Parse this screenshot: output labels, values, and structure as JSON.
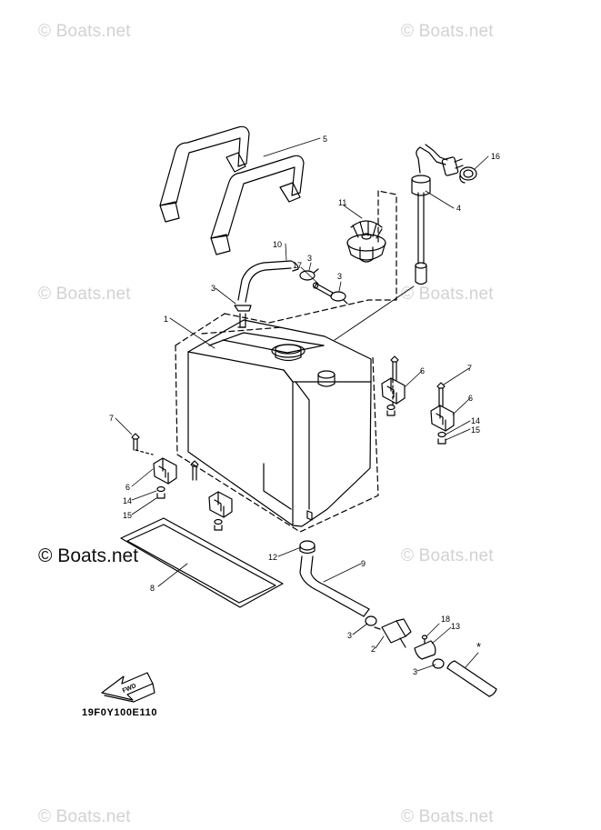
{
  "watermarks": {
    "top_left": "© Boats.net",
    "top_right": "© Boats.net",
    "mid_left": "© Boats.net",
    "mid_right": "© Boats.net",
    "lower_left": "© Boats.net",
    "lower_right": "© Boats.net",
    "bottom_left": "© Boats.net",
    "bottom_right": "© Boats.net"
  },
  "diagram_code": "19F0Y100E110",
  "fwd_label": "FWD",
  "callouts": {
    "c1": "1",
    "c2": "2",
    "c3a": "3",
    "c3b": "3",
    "c3c": "3",
    "c3d": "3",
    "c3e": "3",
    "c4": "4",
    "c5": "5",
    "c6a": "6",
    "c6b": "6",
    "c6c": "6",
    "c7a": "7",
    "c7b": "7",
    "c8": "8",
    "c9": "9",
    "c10": "10",
    "c11": "11",
    "c12": "12",
    "c13": "13",
    "c14a": "14",
    "c14b": "14",
    "c15a": "15",
    "c15b": "15",
    "c16": "16",
    "c17": "17",
    "c18": "18",
    "cstar": "*"
  },
  "colors": {
    "line": "#000000",
    "watermark": "#d2d2d2",
    "background": "#ffffff"
  }
}
